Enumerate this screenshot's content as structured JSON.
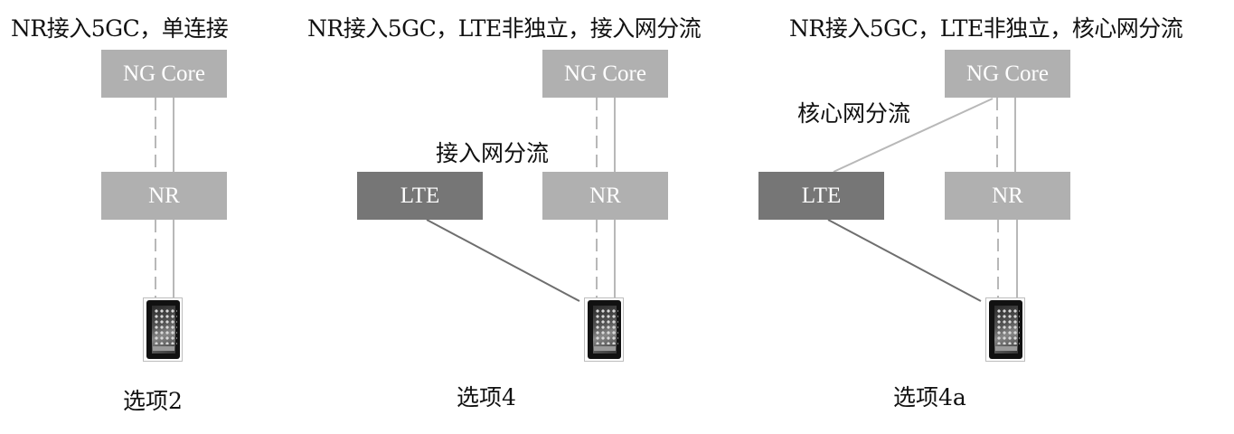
{
  "panels": [
    {
      "title": "NR接入5GC，单连接",
      "nodes": {
        "core": "NG Core",
        "nr": "NR"
      },
      "caption": "选项2"
    },
    {
      "title": "NR接入5GC，LTE非独立，接入网分流",
      "nodes": {
        "core": "NG Core",
        "lte": "LTE",
        "nr": "NR"
      },
      "annotation": "接入网分流",
      "caption": "选项4"
    },
    {
      "title": "NR接入5GC，LTE非独立，核心网分流",
      "nodes": {
        "core": "NG Core",
        "lte": "LTE",
        "nr": "NR"
      },
      "annotation": "核心网分流",
      "caption": "选项4a"
    }
  ],
  "colors": {
    "light_node": "#b0b0b0",
    "dark_node": "#767676",
    "link_light": "#b8b8b8",
    "link_dark": "#6e6e6e"
  },
  "icons": {
    "ue": "smartphone-icon"
  }
}
